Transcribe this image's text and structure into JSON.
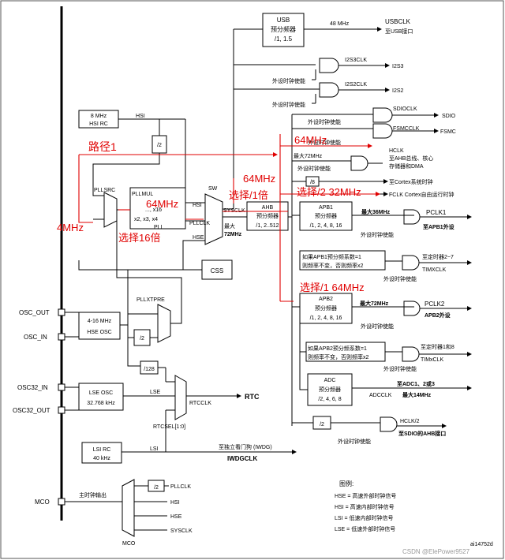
{
  "diagram": {
    "usb": {
      "line1": "USB",
      "line2": "预分频器",
      "line3": "/1, 1.5",
      "freq": "48 MHz",
      "out1": "USBCLK",
      "out2": "至USB接口"
    },
    "i2s3": {
      "label": "I2S3CLK",
      "out": "I2S3",
      "enable": "外设时钟使能"
    },
    "i2s2": {
      "label": "I2S2CLK",
      "out": "I2S2",
      "enable": "外设时钟使能"
    },
    "sdio": {
      "label": "SDIOCLK",
      "out": "SDIO",
      "enable": "外设时钟使能"
    },
    "fsmc": {
      "label": "FSMCCLK",
      "out": "FSMC",
      "enable": "外设时钟使能"
    },
    "hclk": {
      "max": "最大72MHz",
      "label": "HCLK",
      "d1": "至AHB总线、核心",
      "d2": "存储器和DMA",
      "enable": "外设时钟使能"
    },
    "cortex": {
      "div": "/8",
      "label": "至Cortex系统时钟"
    },
    "fclk": {
      "label": "FCLK Cortex自由运行时钟"
    },
    "hsi_rc": {
      "line1": "8 MHz",
      "line2": "HSI RC",
      "label": "HSI"
    },
    "div2_hsi": "/2",
    "pllsrc": "PLLSRC",
    "pllmul": {
      "line1": "PLLMUL",
      "line2": "..., x16",
      "line3": "x2, x3, x4",
      "line4": "PLL"
    },
    "sw": "SW",
    "mux_labels": {
      "hsi": "HSI",
      "pllclk": "PLLCLK",
      "hse": "HSE",
      "sysclk": "SYSCLK",
      "max": "最大",
      "max_freq": "72MHz"
    },
    "ahb": {
      "line1": "AHB",
      "line2": "预分频器",
      "line3": "/1, 2..512"
    },
    "apb1": {
      "line1": "APB1",
      "line2": "预分频器",
      "line3": "/1, 2, 4, 8, 16",
      "max": "最大36MHz",
      "out": "PCLK1",
      "to": "至APB1外设",
      "enable": "外设时钟使能"
    },
    "tim1": {
      "n1": "如果APB1预分频系数=1",
      "n2": "则频率不变，否则频率x2",
      "to": "至定时器2~7",
      "label": "TIMXCLK",
      "enable": "外设时钟使能"
    },
    "apb2": {
      "line1": "APB2",
      "line2": "预分频器",
      "line3": "/1, 2, 4, 8, 16",
      "max": "最大72MHz",
      "out": "PCLK2",
      "to": "APB2外设",
      "enable": "外设时钟使能"
    },
    "tim2": {
      "n1": "如果APB2预分频系数=1",
      "n2": "则频率不变，否则频率x2",
      "to": "至定时器1和8",
      "label": "TIMxCLK",
      "enable": "外设时钟使能"
    },
    "adc": {
      "line1": "ADC",
      "line2": "预分频器",
      "line3": "/2, 4, 6, 8",
      "to": "至ADC1、2或3",
      "label": "ADCCLK",
      "max": "最大14MHz"
    },
    "sdio_ahb": {
      "div": "/2",
      "label": "HCLK/2",
      "to": "至SDIO的AHB接口",
      "enable": "外设时钟使能"
    },
    "css": "CSS",
    "pllxtpre": "PLLXTPRE",
    "osc_out": "OSC_OUT",
    "osc_in": "OSC_IN",
    "hse_osc": {
      "line1": "4-16 MHz",
      "line2": "HSE OSC"
    },
    "div2_hse": "/2",
    "div128": "/128",
    "osc32_in": "OSC32_IN",
    "osc32_out": "OSC32_OUT",
    "lse_osc": {
      "line1": "LSE OSC",
      "line2": "32.768 kHz"
    },
    "lse": "LSE",
    "rtcclk": "RTCCLK",
    "rtc": "RTC",
    "rtcsel": "RTCSEL[1:0]",
    "lsi_rc": {
      "line1": "LSI RC",
      "line2": "40 kHz"
    },
    "lsi": "LSI",
    "iwdg": {
      "to": "至独立看门狗 (IWDG)",
      "label": "IWDGCLK"
    },
    "mco": {
      "label": "MCO",
      "out": "主时钟输出",
      "div": "/2",
      "pllclk": "PLLCLK",
      "hsi": "HSI",
      "hse": "HSE",
      "sysclk": "SYSCLK",
      "mux": "MCO"
    },
    "legend": {
      "title": "图例:",
      "l1": "HSE = 高速外部时钟信号",
      "l2": "HSI = 高速内部时钟信号",
      "l3": "LSI = 低速内部时钟信号",
      "l4": "LSE = 低速外部时钟信号"
    },
    "footer": {
      "watermark": "CSDN @ElePower9527",
      "code": "ai14752d"
    }
  },
  "annotations": {
    "path1": "路径1",
    "mhz4": "4MHz",
    "mhz64_pll": "64MHz",
    "sel16": "选择16倍",
    "mhz64_sys": "64MHz",
    "sel1": "选择/1倍",
    "sel2_32": "选择/2 32MHz",
    "mhz64_hclk": "64MHz",
    "sel1_64": "选择/1 64MHz"
  },
  "colors": {
    "annotation": "#e00000",
    "line": "#000000"
  }
}
